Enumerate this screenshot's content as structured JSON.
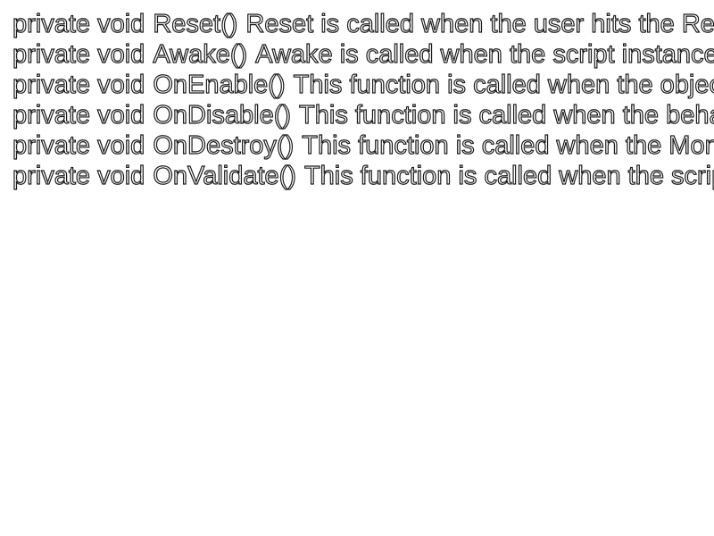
{
  "lines": [
    {
      "prefix": "private void",
      "method": "Reset()",
      "description": "Reset is called when the user hits the Reset button in the Inspector's context menu or when adding the component the first time."
    },
    {
      "prefix": "private void",
      "method": "Awake()",
      "description": "Awake is called when the script instance is being loaded."
    },
    {
      "prefix": "private void",
      "method": "OnEnable()",
      "description": "This function is called when the object becomes enabled and active."
    },
    {
      "prefix": "private void",
      "method": "OnDisable()",
      "description": "This function is called when the behaviour becomes disabled."
    },
    {
      "prefix": "private void",
      "method": "OnDestroy()",
      "description": "This function is called when the MonoBehaviour will be destroyed."
    },
    {
      "prefix": "private void",
      "method": "OnValidate()",
      "description": "This function is called when the script is loaded or a value is changed in the Inspector."
    }
  ]
}
